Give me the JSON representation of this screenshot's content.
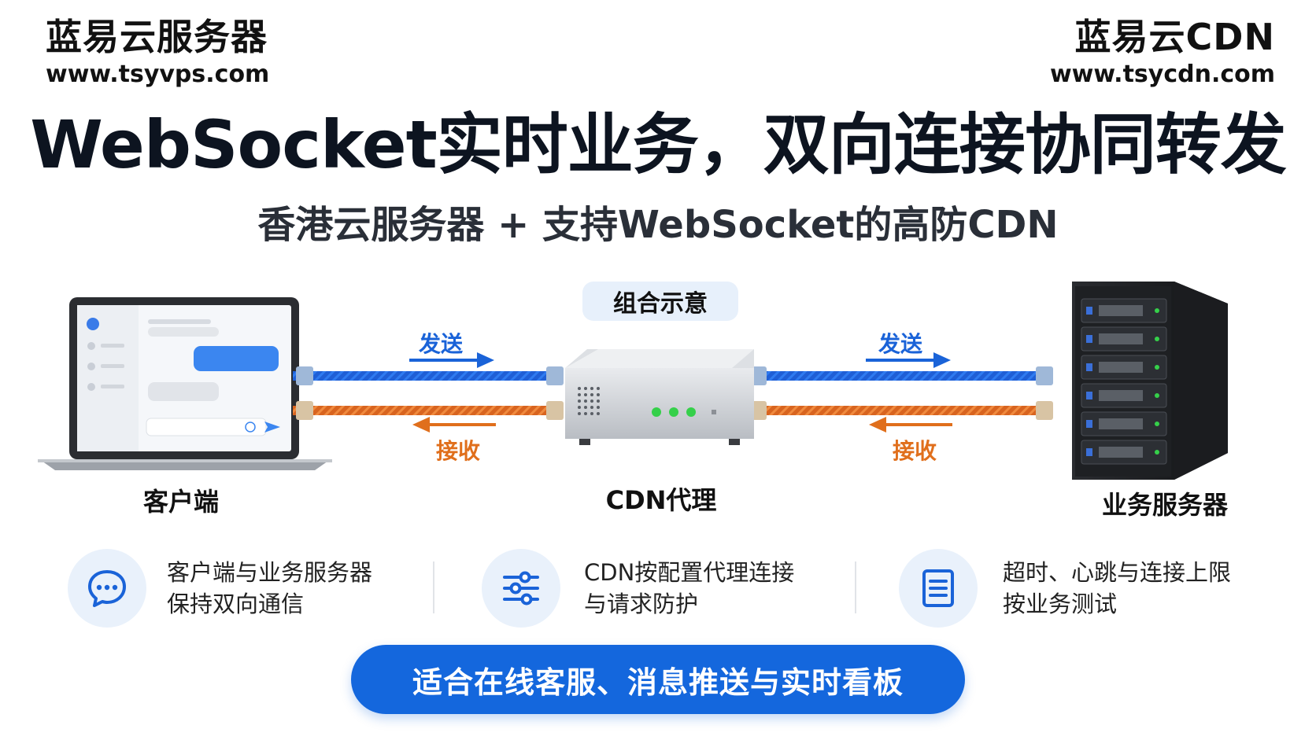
{
  "brand_left": {
    "name": "蓝易云服务器",
    "url": "www.tsyvps.com"
  },
  "brand_right": {
    "name": "蓝易云CDN",
    "url": "www.tsycdn.com"
  },
  "headline": "WebSocket实时业务，双向连接协同转发",
  "subheadline": "香港云服务器 + 支持WebSocket的高防CDN",
  "diagram": {
    "chip_label": "组合示意",
    "client_label": "客户端",
    "cdn_label": "CDN代理",
    "server_label": "业务服务器",
    "send_label": "发送",
    "receive_label": "接收"
  },
  "features": [
    {
      "icon": "chat-icon",
      "line1": "客户端与业务服务器",
      "line2": "保持双向通信"
    },
    {
      "icon": "sliders-icon",
      "line1": "CDN按配置代理连接",
      "line2": "与请求防护"
    },
    {
      "icon": "document-icon",
      "line1": "超时、心跳与连接上限",
      "line2": "按业务测试"
    }
  ],
  "cta": "适合在线客服、消息推送与实时看板",
  "colors": {
    "accent_blue": "#1467dd",
    "cable_blue": "#1f5fd6",
    "cable_orange": "#e0712a",
    "led_green": "#35d04a"
  }
}
